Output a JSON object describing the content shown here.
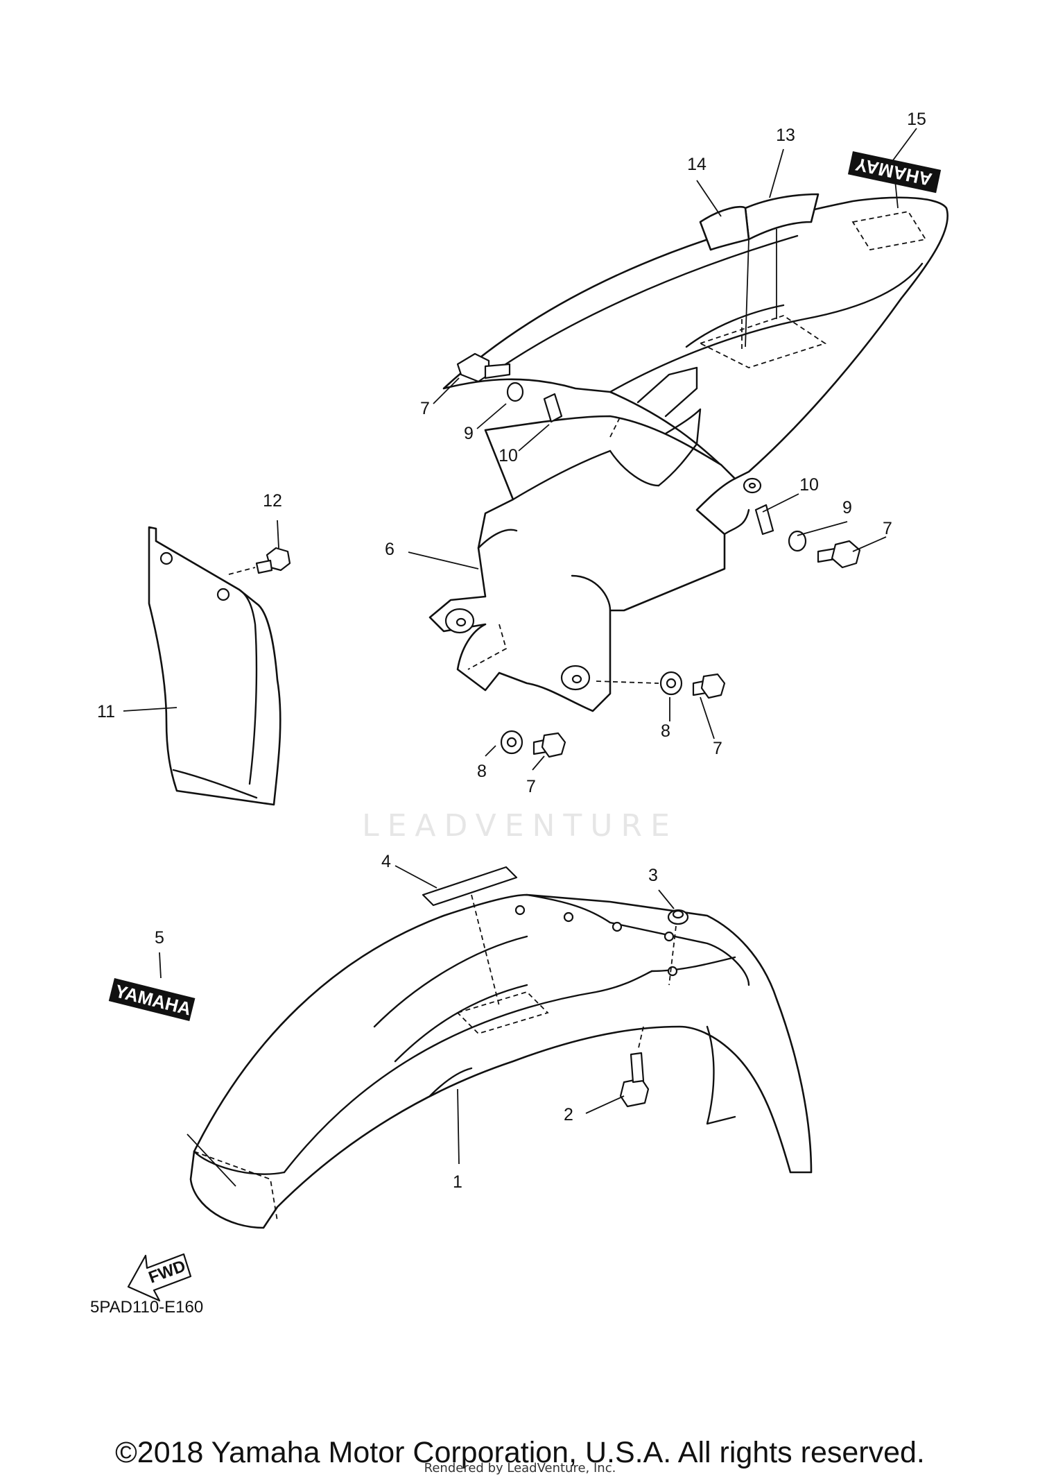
{
  "watermark": "LEADVENTURE",
  "diagram_code": "5PAD110-E160",
  "fwd_label": "FWD",
  "decal_text": "YAMAHA",
  "callouts": {
    "c1": "1",
    "c2": "2",
    "c3": "3",
    "c4": "4",
    "c5": "5",
    "c6": "6",
    "c7a": "7",
    "c7b": "7",
    "c7c": "7",
    "c7d": "7",
    "c8a": "8",
    "c8b": "8",
    "c9a": "9",
    "c9b": "9",
    "c10a": "10",
    "c10b": "10",
    "c11": "11",
    "c12": "12",
    "c13": "13",
    "c14": "14",
    "c15": "15"
  },
  "footer": {
    "copyright": "©2018 Yamaha Motor Corporation, U.S.A. All rights reserved.",
    "rendered_by": "Rendered by LeadVenture, Inc."
  }
}
